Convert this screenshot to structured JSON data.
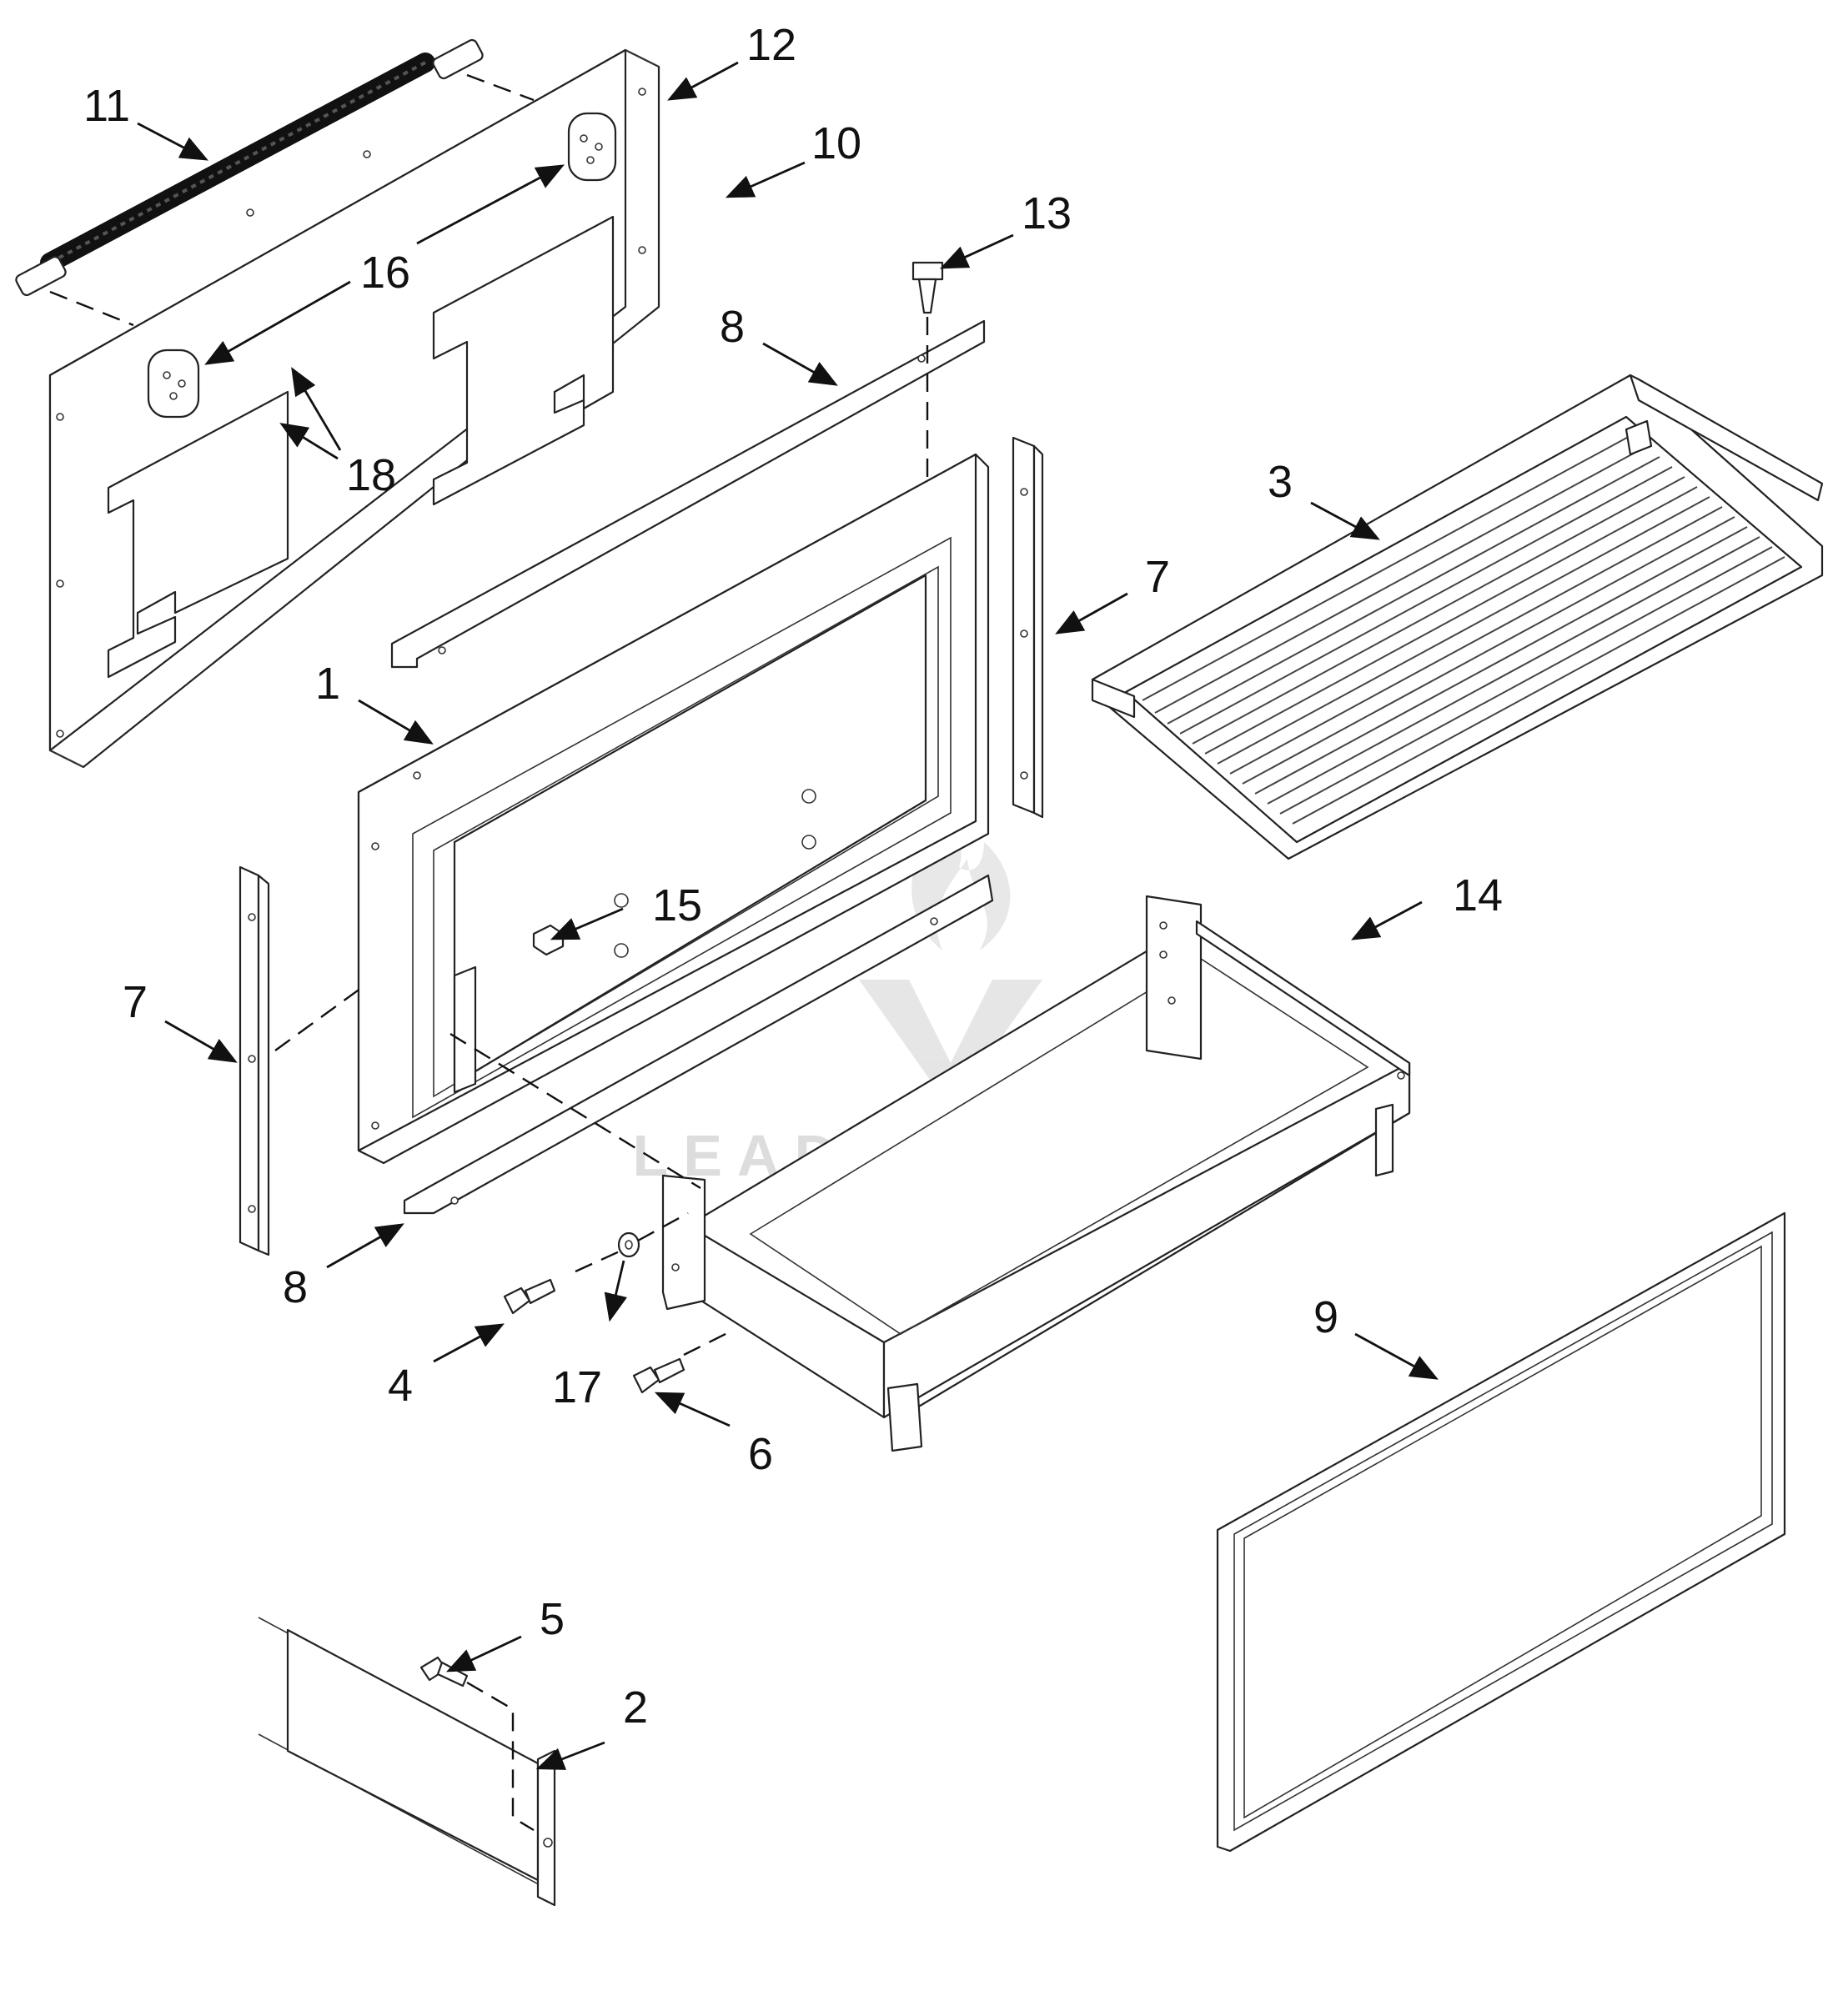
{
  "diagram": {
    "watermark": "LEADVENTURE",
    "callouts": [
      {
        "id": "c1",
        "label": "1"
      },
      {
        "id": "c2",
        "label": "2"
      },
      {
        "id": "c3",
        "label": "3"
      },
      {
        "id": "c4",
        "label": "4"
      },
      {
        "id": "c5",
        "label": "5"
      },
      {
        "id": "c6",
        "label": "6"
      },
      {
        "id": "c7a",
        "label": "7"
      },
      {
        "id": "c7b",
        "label": "7"
      },
      {
        "id": "c8a",
        "label": "8"
      },
      {
        "id": "c8b",
        "label": "8"
      },
      {
        "id": "c9",
        "label": "9"
      },
      {
        "id": "c10",
        "label": "10"
      },
      {
        "id": "c11",
        "label": "11"
      },
      {
        "id": "c12",
        "label": "12"
      },
      {
        "id": "c13",
        "label": "13"
      },
      {
        "id": "c14",
        "label": "14"
      },
      {
        "id": "c15",
        "label": "15"
      },
      {
        "id": "c16",
        "label": "16"
      },
      {
        "id": "c17",
        "label": "17"
      },
      {
        "id": "c18",
        "label": "18"
      }
    ]
  }
}
